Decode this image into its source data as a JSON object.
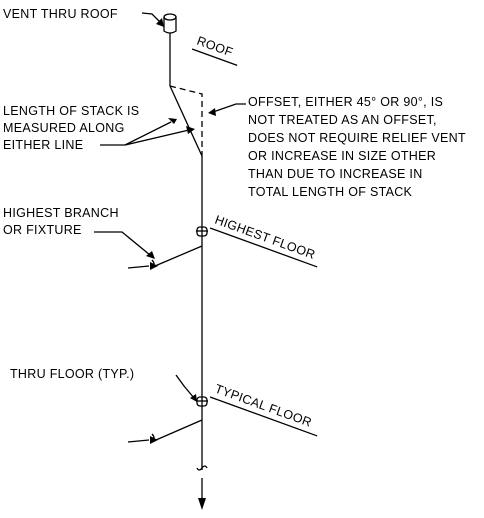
{
  "labels": {
    "vent_thru_roof": "VENT THRU ROOF",
    "roof": "ROOF",
    "length_line1": "LENGTH OF STACK IS",
    "length_line2": "MEASURED ALONG",
    "length_line3": "EITHER LINE",
    "offset_line1": "OFFSET, EITHER 45° OR 90°, IS",
    "offset_line2": "NOT TREATED AS AN OFFSET,",
    "offset_line3": "DOES NOT REQUIRE RELIEF VENT",
    "offset_line4": "OR INCREASE IN SIZE OTHER",
    "offset_line5": "THAN DUE TO INCREASE IN",
    "offset_line6": "TOTAL LENGTH OF STACK",
    "highest_branch_line1": "HIGHEST BRANCH",
    "highest_branch_line2": "OR FIXTURE",
    "highest_floor": "HIGHEST FLOOR",
    "thru_floor": "THRU FLOOR (TYP.)",
    "typical_floor": "TYPICAL FLOOR"
  }
}
